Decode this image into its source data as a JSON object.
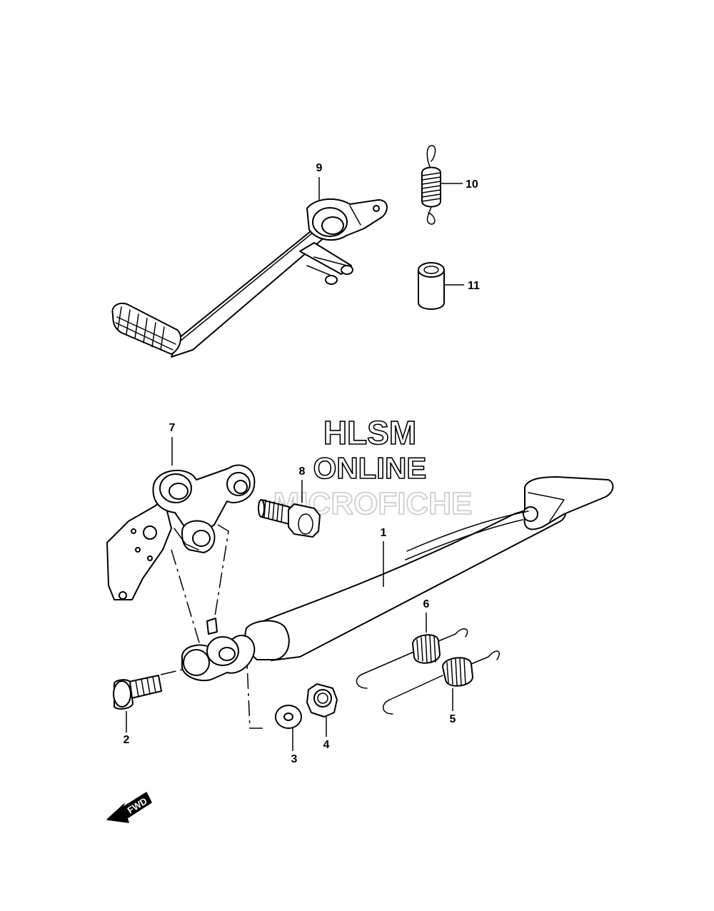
{
  "watermark": {
    "line1": "HLSM",
    "line2": "ONLINE",
    "line3": "MICROFICHE"
  },
  "direction_badge": "FWD",
  "callouts": [
    {
      "id": "1",
      "label": "1"
    },
    {
      "id": "2",
      "label": "2"
    },
    {
      "id": "3",
      "label": "3"
    },
    {
      "id": "4",
      "label": "4"
    },
    {
      "id": "5",
      "label": "5"
    },
    {
      "id": "6",
      "label": "6"
    },
    {
      "id": "7",
      "label": "7"
    },
    {
      "id": "8",
      "label": "8"
    },
    {
      "id": "9",
      "label": "9"
    },
    {
      "id": "10",
      "label": "10"
    },
    {
      "id": "11",
      "label": "11"
    }
  ]
}
